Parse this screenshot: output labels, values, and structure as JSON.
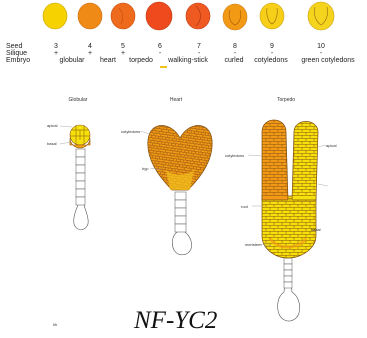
{
  "table": {
    "row_labels": {
      "seed": "Seed",
      "silique": "Silique",
      "embryo": "Embryo"
    },
    "columns": [
      {
        "seed": "3",
        "silique": "+",
        "embryo": "globular",
        "color": "#f6d200"
      },
      {
        "seed": "4",
        "silique": "+",
        "embryo": "heart",
        "color": "#f08a17"
      },
      {
        "seed": "5",
        "silique": "+",
        "embryo": "torpedo",
        "color": "#ee6a1c"
      },
      {
        "seed": "6",
        "silique": "-",
        "embryo": "walking-stick",
        "color": "#ef4a1e"
      },
      {
        "seed": "7",
        "silique": "-",
        "embryo": "",
        "color": "#ee5a22"
      },
      {
        "seed": "8",
        "silique": "-",
        "embryo": "curled",
        "color": "#f39a14"
      },
      {
        "seed": "9",
        "silique": "-",
        "embryo": "cotyledons",
        "color": "#f7ce18"
      },
      {
        "seed": "10",
        "silique": "-",
        "embryo": "green cotyledons",
        "color": "#f5d41e"
      }
    ]
  },
  "stages": {
    "globular": {
      "title": "Globular",
      "apical": "apical",
      "basal": "basal"
    },
    "heart": {
      "title": "Heart",
      "cotyledons": "cotyledons",
      "hypocotyl": "hyp"
    },
    "torpedo": {
      "title": "Torpedo",
      "cotyledons": "cotyledons",
      "apical": "apical",
      "root": "root",
      "basal": "basal",
      "meristem": "meristem"
    }
  },
  "footnote": "Ilh",
  "gene_name": "NF-YC2",
  "colors": {
    "light_yellow": "#f5e10c",
    "gold": "#f2b81c",
    "orange": "#f29a16",
    "cell_line": "#7a4a10",
    "outline": "#555555"
  }
}
